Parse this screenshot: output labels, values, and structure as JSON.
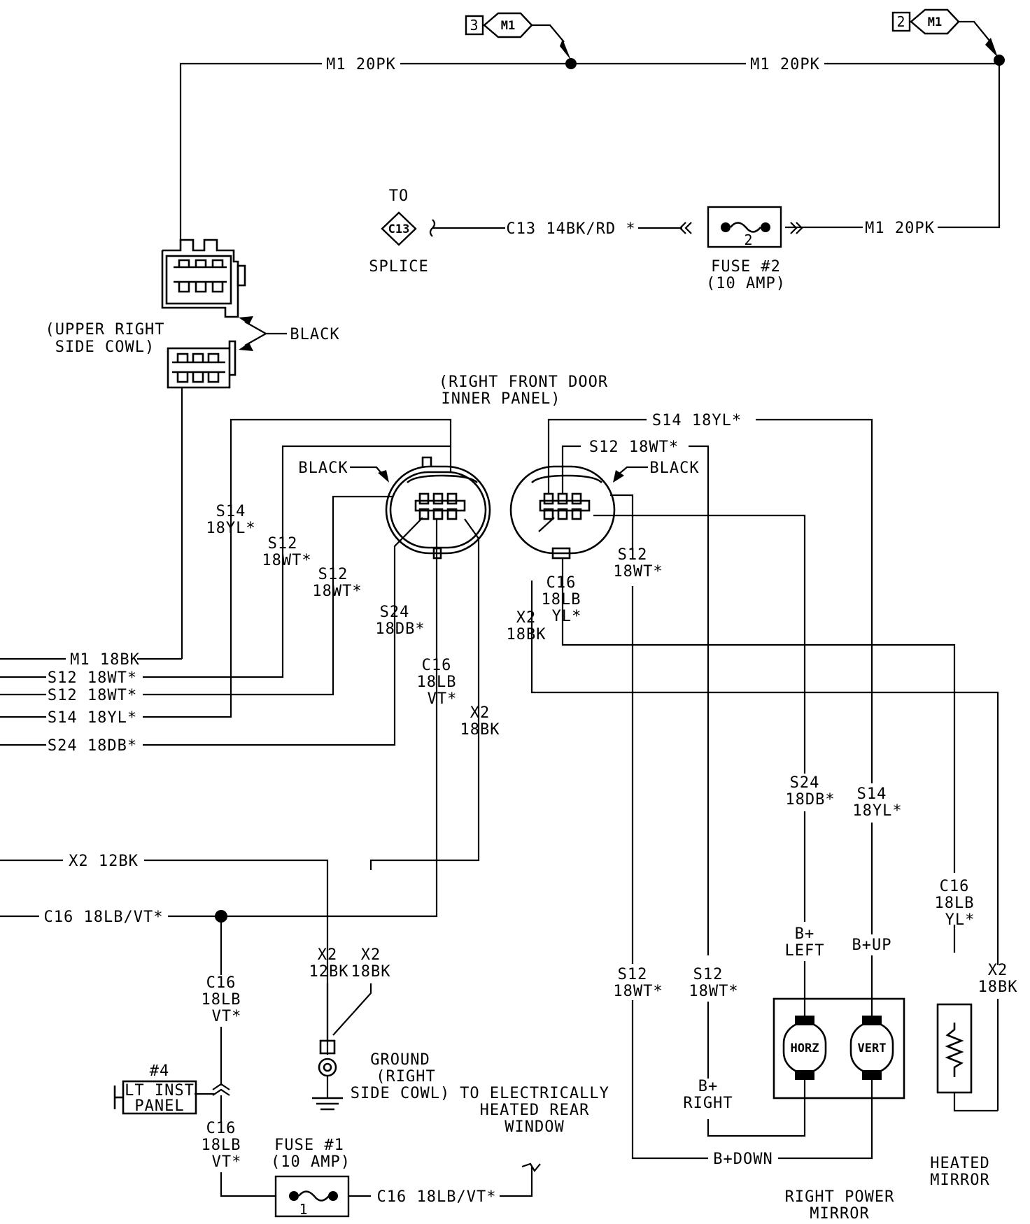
{
  "refs": {
    "m1_top_a": {
      "num": "3",
      "code": "M1"
    },
    "m1_top_b": {
      "num": "2",
      "code": "M1"
    },
    "c13": {
      "code": "C13",
      "to": "TO",
      "splice": "SPLICE"
    }
  },
  "fuses": {
    "fuse2": {
      "num": "2",
      "title": "FUSE #2",
      "rating": "(10 AMP)"
    },
    "fuse1": {
      "num": "1",
      "title": "FUSE #1",
      "rating": "(10 AMP)"
    }
  },
  "wires": {
    "m1_20pk_left": "M1 20PK",
    "m1_20pk_right": "M1 20PK",
    "m1_20pk_fuse": "M1 20PK",
    "c13_14bk_rd": "C13 14BK/RD *",
    "m1_18bk": "M1 18BK",
    "s12_18wt_1": "S12 18WT*",
    "s12_18wt_2": "S12 18WT*",
    "s14_18yl": "S14 18YL*",
    "s24_18db": "S24 18DB*",
    "x2_12bk": "X2 12BK",
    "c16_18lb_vt": "C16 18LB/VT*",
    "c16_18lb_vt_fuse": "C16 18LB/VT*",
    "s14_18yl_top": "S14 18YL*",
    "s12_18wt_top": "S12 18WT*"
  },
  "vertical_wire_labels": {
    "s14_a": [
      "S14",
      "18YL*"
    ],
    "s12_a": [
      "S12",
      "18WT*"
    ],
    "s12_b": [
      "S12",
      "18WT*"
    ],
    "s24_a": [
      "S24",
      "18DB*"
    ],
    "c16_a": [
      "C16",
      "18LB",
      "VT*"
    ],
    "x2_a": [
      "X2",
      "18BK"
    ],
    "s12_r": [
      "S12",
      "18WT*"
    ],
    "c16_r": [
      "C16",
      "18LB",
      "YL*"
    ],
    "x2_r": [
      "X2",
      "18BK"
    ],
    "s24_m": [
      "S24",
      "18DB*"
    ],
    "s14_m": [
      "S14",
      "18YL*"
    ],
    "c16_m": [
      "C16",
      "18LB",
      "YL*"
    ],
    "x2_m": [
      "X2",
      "18BK"
    ],
    "s12_m1": [
      "S12",
      "18WT*"
    ],
    "s12_m2": [
      "S12",
      "18WT*"
    ],
    "x2_gnd_a": [
      "X2",
      "12BK"
    ],
    "x2_gnd_b": [
      "X2",
      "18BK"
    ],
    "c16_down1": [
      "C16",
      "18LB",
      "VT*"
    ],
    "c16_down2": [
      "C16",
      "18LB",
      "VT*"
    ]
  },
  "locations": {
    "upper_right_cowl": [
      "(UPPER RIGHT",
      "SIDE COWL)"
    ],
    "door_panel": [
      "(RIGHT FRONT DOOR",
      "INNER PANEL)"
    ],
    "ground": [
      "GROUND",
      "(RIGHT",
      "SIDE COWL)"
    ],
    "rear_window": [
      "TO ELECTRICALLY",
      "HEATED REAR",
      "WINDOW"
    ],
    "lt_inst_panel": {
      "num": "#4",
      "lines": [
        "LT INST",
        "PANEL"
      ]
    }
  },
  "connector_colors": {
    "cowl": "BLACK",
    "door_left": "BLACK",
    "door_right": "BLACK"
  },
  "mirror": {
    "horz_motor": "HORZ",
    "vert_motor": "VERT",
    "b_left": [
      "B+",
      "LEFT"
    ],
    "b_up": "B+UP",
    "b_right": [
      "B+",
      "RIGHT"
    ],
    "b_down": "B+DOWN",
    "power_mirror": [
      "RIGHT POWER",
      "MIRROR"
    ],
    "heated_mirror": [
      "HEATED",
      "MIRROR"
    ]
  }
}
